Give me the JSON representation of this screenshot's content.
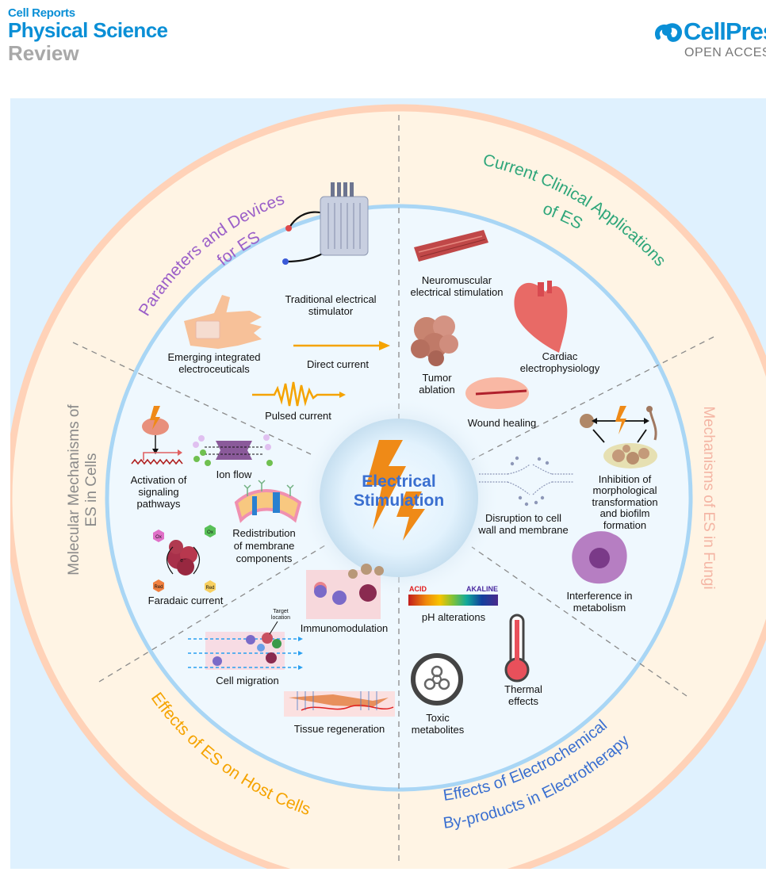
{
  "header": {
    "journal_line1": "Cell Reports",
    "journal_line2": "Physical Science",
    "article_type": "Review",
    "publisher": "CellPress",
    "access": "OPEN ACCESS"
  },
  "colors": {
    "panel_bg": "#dff1fe",
    "outer_ring_fill": "#fff4e4",
    "outer_ring_border": "#ffd2b8",
    "inner_ring_border": "#a9d6f5",
    "inner_fill": "#eff8fe",
    "center_text": "#3a6fd0",
    "bolt": "#ef8a17",
    "brand_blue": "#0a8fd6"
  },
  "center": {
    "line1": "Electrical",
    "line2": "Stimulation",
    "icon": "lightning-bolt-icon"
  },
  "sections": [
    {
      "id": "parameters-devices",
      "line1": "Parameters and Devices",
      "line2": "for ES",
      "color": "#9b5fc8"
    },
    {
      "id": "clinical-applications",
      "line1": "Current Clinical Applications",
      "line2": "of ES",
      "color": "#2ea67a"
    },
    {
      "id": "mechanisms-fungi",
      "line1": "Mechanisms of  ES in Fungi",
      "line2": "",
      "color": "#f4b5a4"
    },
    {
      "id": "electrochemical-byproducts",
      "line1": "Effects of Electrochemical",
      "line2": "By-products in Electrotherapy",
      "color": "#3a6fd0"
    },
    {
      "id": "host-cells",
      "line1": "Effects of ES on Host Cells",
      "line2": "",
      "color": "#f5a300"
    },
    {
      "id": "molecular-mechanisms",
      "line1": "Molecular Mechanisms of",
      "line2": "ES in Cells",
      "color": "#8a8a8a"
    }
  ],
  "items": {
    "traditional_stimulator": [
      "Traditional electrical",
      "stimulator"
    ],
    "emerging_electroceuticals": [
      "Emerging integrated",
      "electroceuticals"
    ],
    "direct_current": [
      "Direct current"
    ],
    "pulsed_current": [
      "Pulsed current"
    ],
    "neuromuscular": [
      "Neuromuscular",
      "electrical stimulation"
    ],
    "cardiac": [
      "Cardiac",
      "electrophysiology"
    ],
    "tumor": [
      "Tumor",
      "ablation"
    ],
    "wound": [
      "Wound healing"
    ],
    "morphological": [
      "Inhibition of",
      "morphological",
      "transformation",
      "and biofilm",
      "formation"
    ],
    "disruption": [
      "Disruption to cell",
      "wall and membrane"
    ],
    "metabolism": [
      "Interference in",
      "metabolism"
    ],
    "ph": [
      "pH alterations"
    ],
    "ph_acid": "ACID",
    "ph_alkaline": "AKALINE",
    "thermal": [
      "Thermal",
      "effects"
    ],
    "toxic": [
      "Toxic",
      "metabolites"
    ],
    "immunomodulation": [
      "Immunomodulation"
    ],
    "cell_migration": [
      "Cell migration"
    ],
    "target_location": [
      "Target",
      "location"
    ],
    "tissue_regeneration": [
      "Tissue regeneration"
    ],
    "activation_signaling": [
      "Activation of",
      "signaling",
      "pathways"
    ],
    "ion_flow": [
      "Ion flow"
    ],
    "redistribution": [
      "Redistribution",
      "of membrane",
      "components"
    ],
    "faradaic": [
      "Faradaic current"
    ],
    "ox": "Ox",
    "red": "Red",
    "electron": "e⁻"
  }
}
